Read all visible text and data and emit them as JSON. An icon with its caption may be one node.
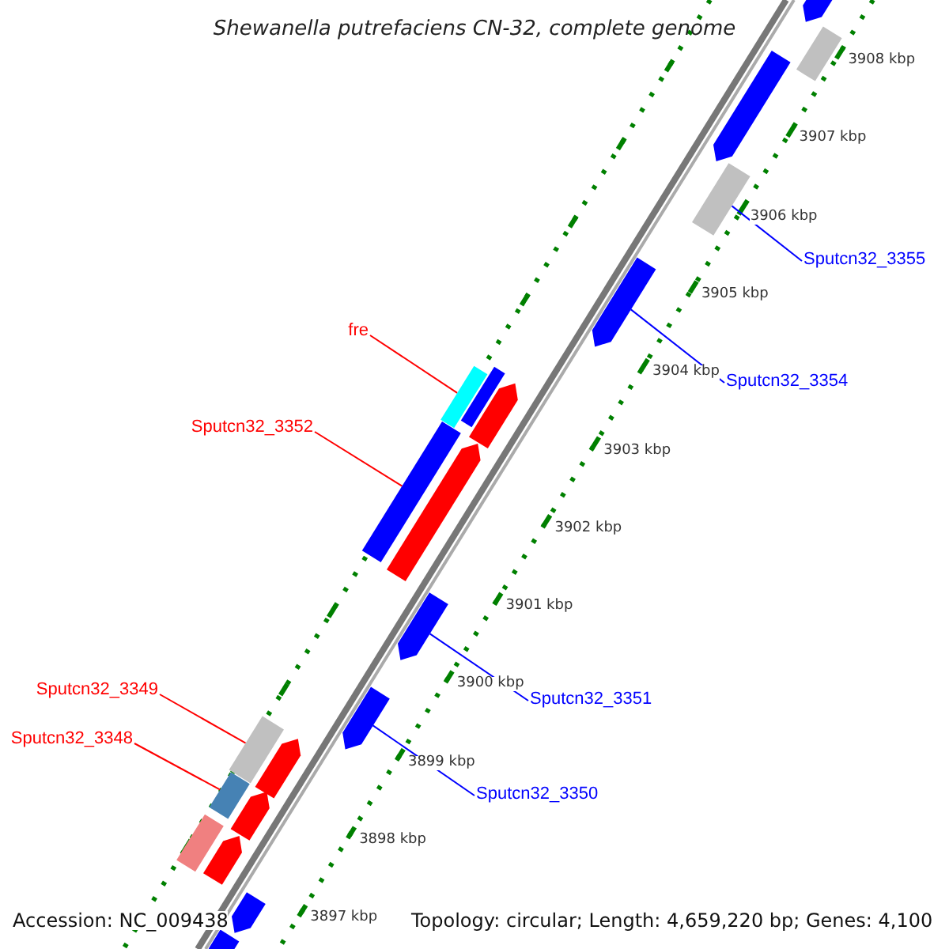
{
  "diagram": {
    "title": "Shewanella putrefaciens CN-32, complete genome",
    "nodes": [
      {
        "text": [
          "Sputcn32_3355"
        ]
      },
      {
        "text": [
          "fre"
        ]
      },
      {
        "text": [
          "Sputcn32_3354"
        ]
      },
      {
        "text": [
          "Sputcn32_3352"
        ]
      },
      {
        "text": [
          "Sputcn32_3349"
        ]
      },
      {
        "text": [
          "Sputcn32_3351"
        ]
      },
      {
        "text": [
          "Sputcn32_3348"
        ]
      },
      {
        "text": [
          "Sputcn32_3350"
        ]
      },
      {
        "text": [],
        "shape": "bar"
      },
      {
        "text": [],
        "shape": "bar"
      },
      {
        "text": [],
        "shape": "bar"
      },
      {
        "text": [],
        "shape": "bar"
      },
      {
        "text": [],
        "shape": "bar"
      },
      {
        "text": [],
        "shape": "bar"
      },
      {
        "text": [],
        "shape": "bar"
      },
      {
        "text": [],
        "shape": "bar"
      },
      {
        "text": [],
        "shape": "bar"
      },
      {
        "text": [],
        "shape": "bar"
      },
      {
        "text": [],
        "shape": "bar"
      },
      {
        "text": [],
        "shape": "bar"
      },
      {
        "text": [],
        "shape": "bar"
      },
      {
        "text": [],
        "shape": "bar"
      },
      {
        "text": [],
        "shape": "bar"
      },
      {
        "text": [],
        "shape": "bar"
      },
      {
        "text": [],
        "shape": "bar"
      },
      {
        "text": [],
        "shape": "bar"
      },
      {
        "text": [],
        "shape": "bar"
      },
      {
        "text": [],
        "shape": "bar"
      }
    ],
    "edges": [
      {
        "from": 0,
        "to": 11,
        "arrow": "none",
        "color": "#0000ff"
      },
      {
        "from": 1,
        "to": 13,
        "arrow": "none",
        "color": "#ff0000"
      },
      {
        "from": 2,
        "to": 12,
        "arrow": "none",
        "color": "#0000ff"
      },
      {
        "from": 3,
        "to": 16,
        "arrow": "none",
        "color": "#ff0000"
      },
      {
        "from": 4,
        "to": 20,
        "arrow": "none",
        "color": "#ff0000"
      },
      {
        "from": 5,
        "to": 18,
        "arrow": "none",
        "color": "#0000ff"
      },
      {
        "from": 6,
        "to": 22,
        "arrow": "none",
        "color": "#ff0000"
      },
      {
        "from": 7,
        "to": 19,
        "arrow": "none",
        "color": "#0000ff"
      }
    ],
    "labels": [
      "3908 kbp",
      "3907 kbp",
      "3906 kbp",
      "3905 kbp",
      "3904 kbp",
      "3903 kbp",
      "3902 kbp",
      "3901 kbp",
      "3900 kbp",
      "3899 kbp",
      "3898 kbp",
      "Accession: NC_009438",
      "3897 kbp",
      "Topology: circular; Length: 4,659,220 bp; Genes: 4,100"
    ]
  }
}
